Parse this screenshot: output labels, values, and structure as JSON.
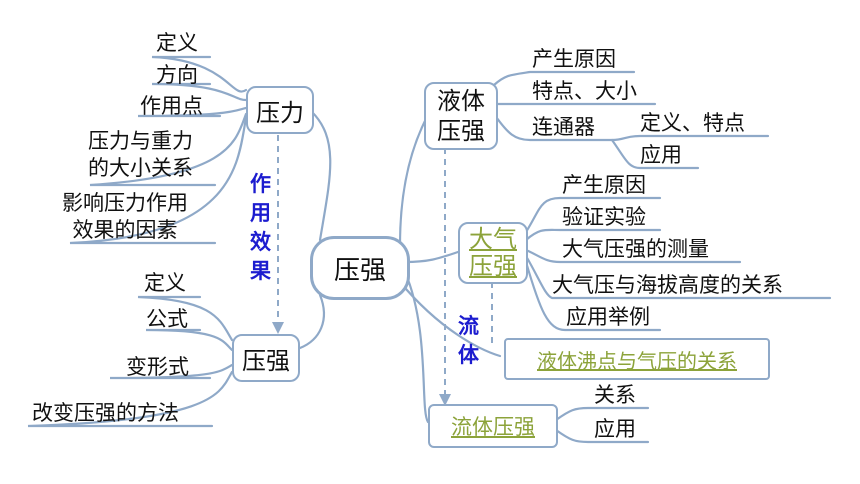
{
  "center": "压强",
  "left_top": {
    "title": "压力",
    "items": [
      "定义",
      "方向",
      "作用点",
      "压力与重力\n的大小关系",
      "影响压力作用\n效果的因素"
    ]
  },
  "left_bottom": {
    "title": "压强",
    "items": [
      "定义",
      "公式",
      "变形式",
      "改变压强的方法"
    ]
  },
  "link_left": "作\n用\n效\n果",
  "right_top": {
    "title": "液体\n压强",
    "items": [
      "产生原因",
      "特点、大小",
      "连通器"
    ],
    "sub_items": [
      "定义、特点",
      "应用"
    ]
  },
  "right_mid": {
    "title": "大气\n压强",
    "items": [
      "产生原因",
      "验证实验",
      "大气压强的测量",
      "大气压与海拔高度的关系",
      "应用举例"
    ]
  },
  "link_right": "流\n体",
  "boiling": "液体沸点与气压的关系",
  "right_bottom": {
    "title": "流体压强",
    "items": [
      "关系",
      "应用"
    ]
  },
  "colors": {
    "line": "#8fa9c8",
    "accent_green": "#8ca33a",
    "accent_blue": "#1c1ccf"
  }
}
